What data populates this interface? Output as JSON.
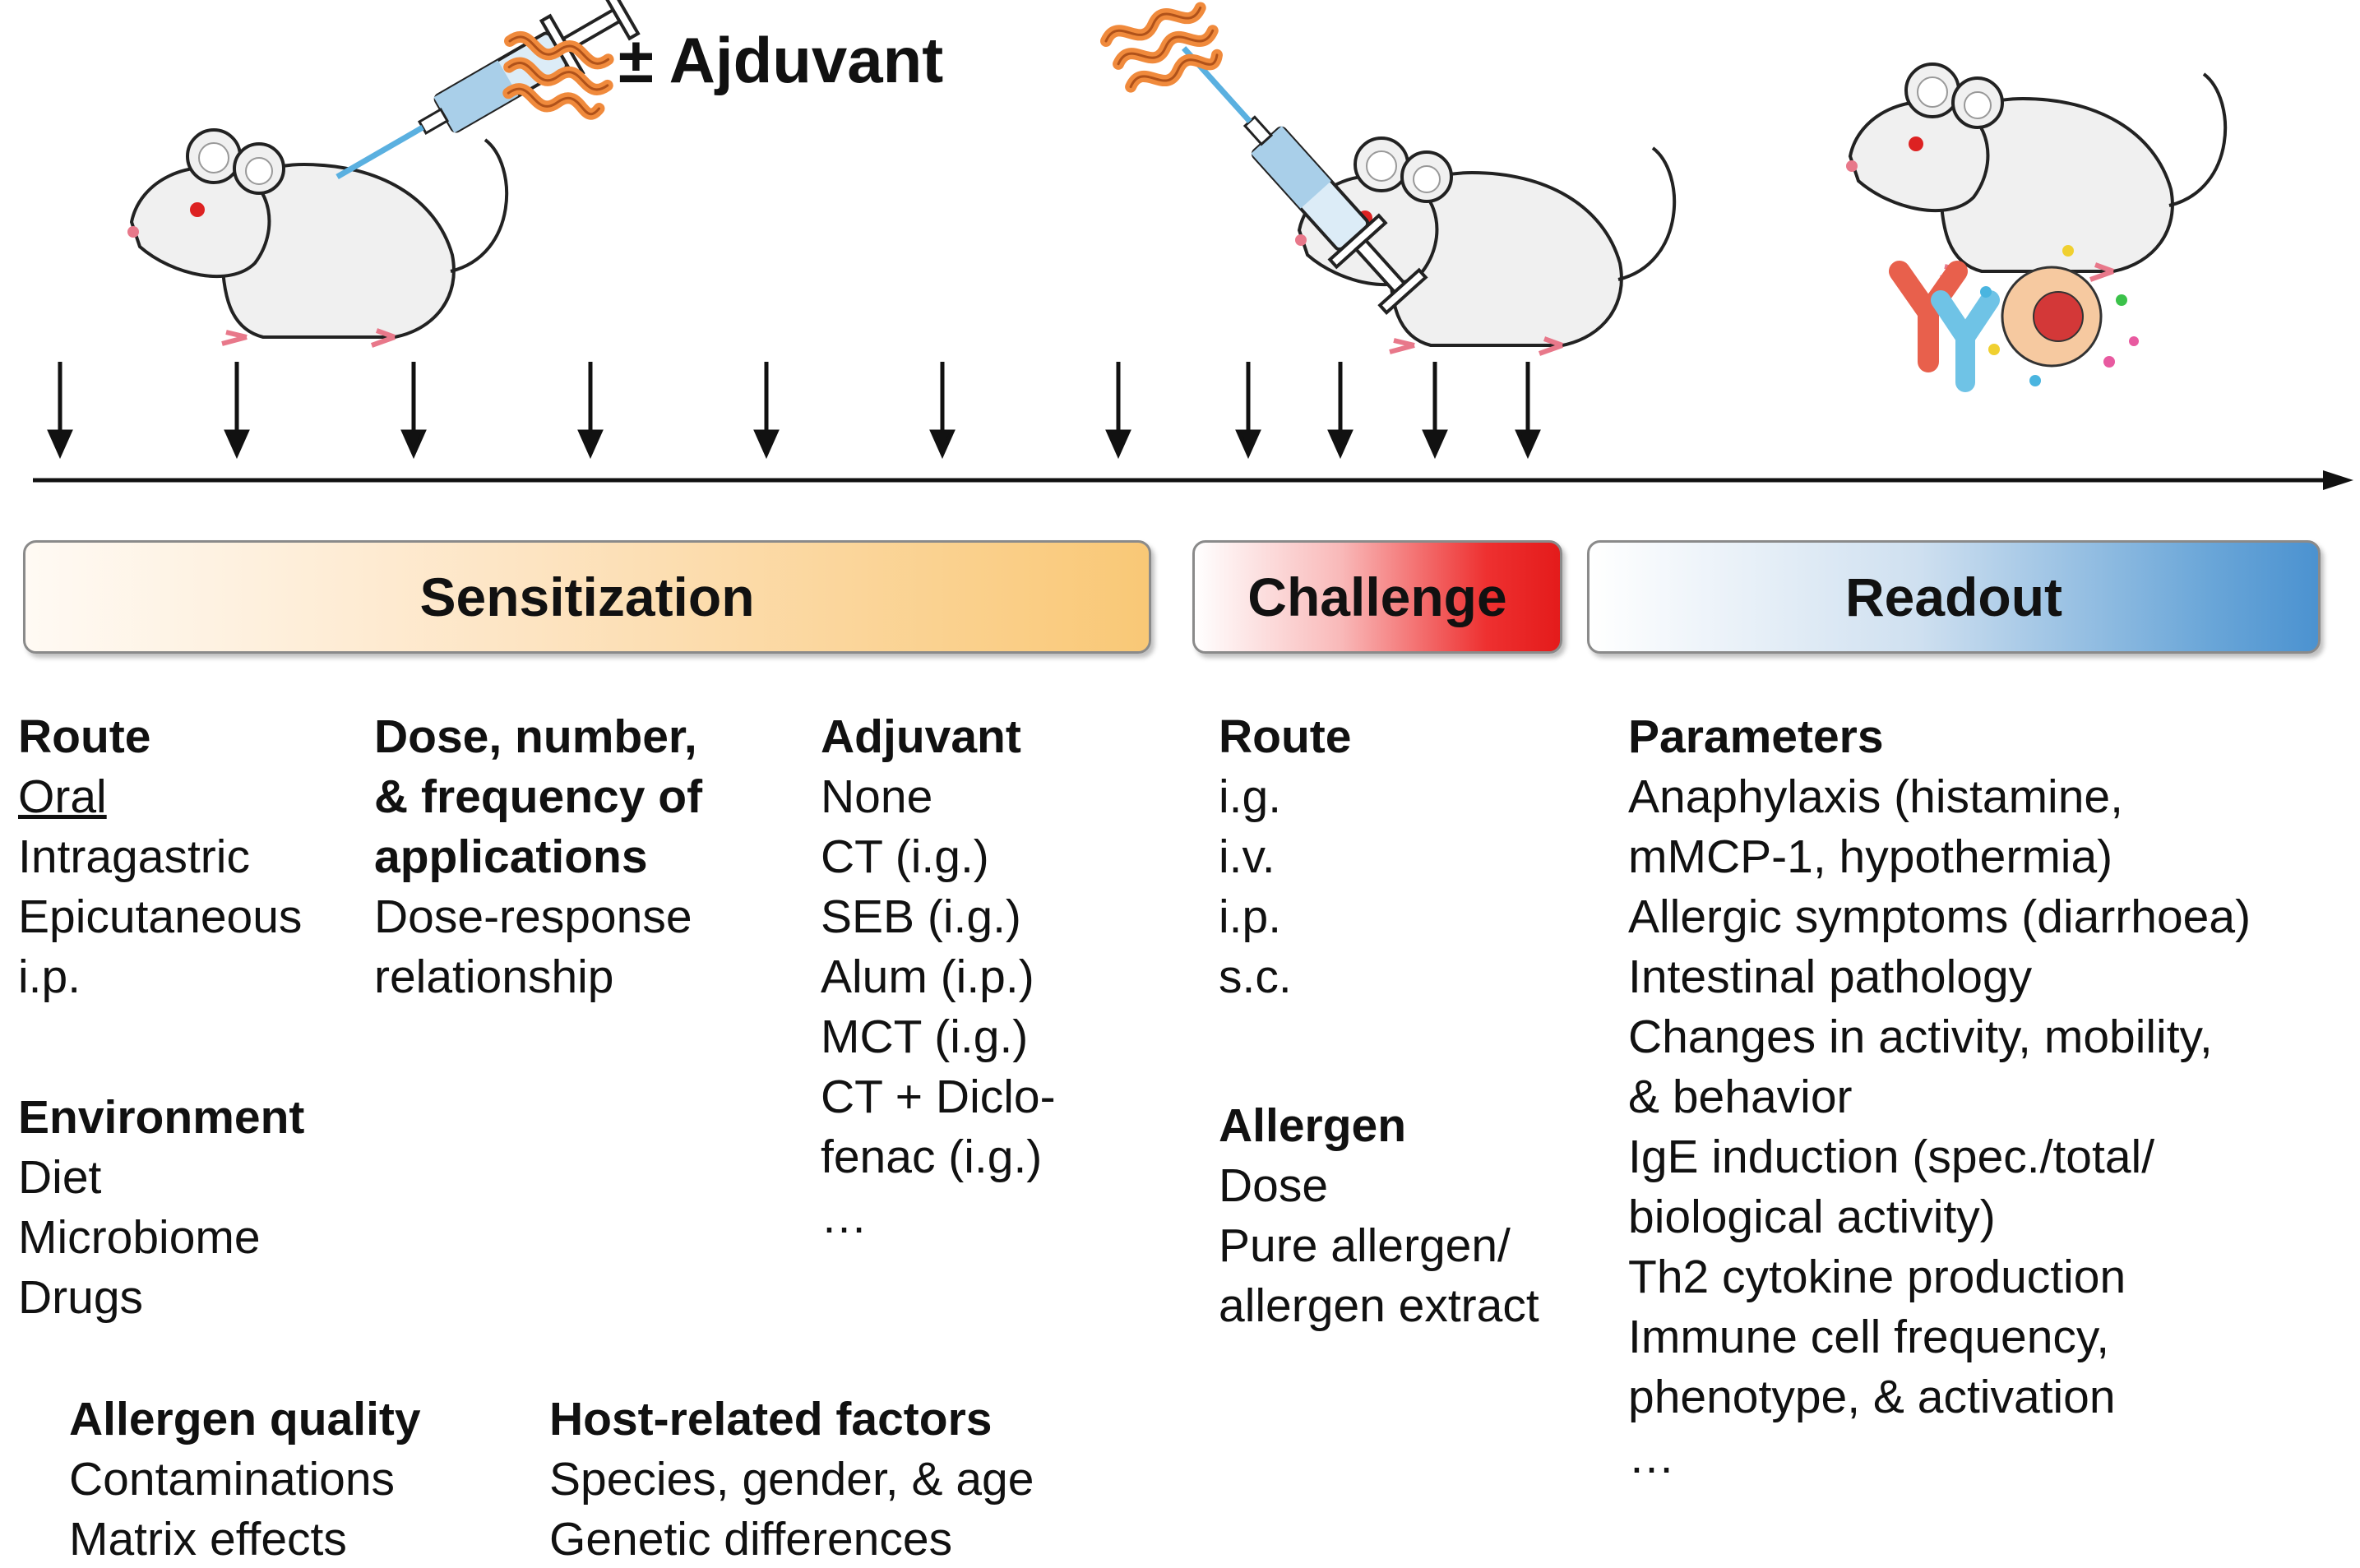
{
  "adjuvant_label": "± Ajduvant",
  "phases": {
    "sensitization": "Sensitization",
    "challenge": "Challenge",
    "readout": "Readout"
  },
  "route": {
    "heading": "Route",
    "items": [
      "Oral",
      "Intragastric",
      "Epicutaneous",
      "i.p."
    ]
  },
  "dose": {
    "heading_lines": [
      "Dose, number,",
      "& frequency of",
      "applications"
    ],
    "items": [
      "Dose-response",
      "relationship"
    ]
  },
  "adjuvant": {
    "heading": "Adjuvant",
    "items": [
      "None",
      "CT (i.g.)",
      "SEB (i.g.)",
      "Alum (i.p.)",
      "MCT (i.g.)",
      "CT + Diclo-",
      "fenac (i.g.)",
      "…"
    ]
  },
  "environment": {
    "heading": "Environment",
    "items": [
      "Diet",
      "Microbiome",
      "Drugs"
    ]
  },
  "allergen_quality": {
    "heading": "Allergen quality",
    "items": [
      "Contaminations",
      "Matrix effects"
    ]
  },
  "host_factors": {
    "heading": "Host-related factors",
    "items": [
      "Species, gender, & age",
      "Genetic differences"
    ]
  },
  "challenge_route": {
    "heading": "Route",
    "items": [
      "i.g.",
      "i.v.",
      "i.p.",
      "s.c."
    ]
  },
  "challenge_allergen": {
    "heading": "Allergen",
    "items": [
      "Dose",
      "Pure allergen/",
      "allergen extract"
    ]
  },
  "parameters": {
    "heading": "Parameters",
    "items": [
      "Anaphylaxis (histamine,",
      "mMCP-1, hypothermia)",
      "Allergic symptoms (diarrhoea)",
      "Intestinal pathology",
      "Changes in activity, mobility,",
      "& behavior",
      "IgE induction (spec./total/",
      "biological activity)",
      "Th2 cytokine production",
      "Immune cell frequency,",
      "phenotype, & activation",
      "…"
    ]
  },
  "colors": {
    "allergen_orange": "#f08a3c",
    "antibody_red": "#e8604c",
    "antibody_blue": "#6fc3e6",
    "mouse_fill": "#f0f0f0",
    "challenge_red": "#e41b1b",
    "readout_blue": "#4b92d0",
    "sensitization_orange": "#f9c876"
  }
}
